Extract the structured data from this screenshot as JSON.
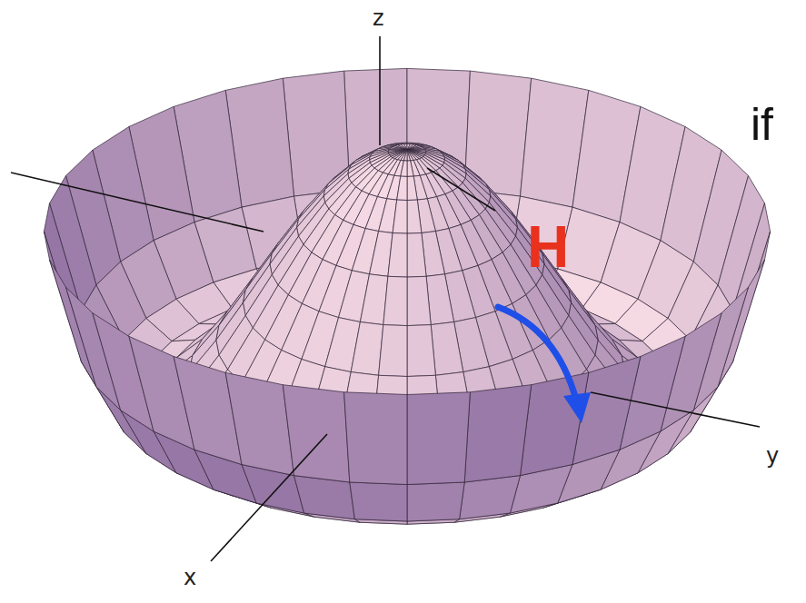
{
  "diagram": {
    "labels": [
      "z",
      "if",
      "H",
      "y",
      "x"
    ]
  }
}
